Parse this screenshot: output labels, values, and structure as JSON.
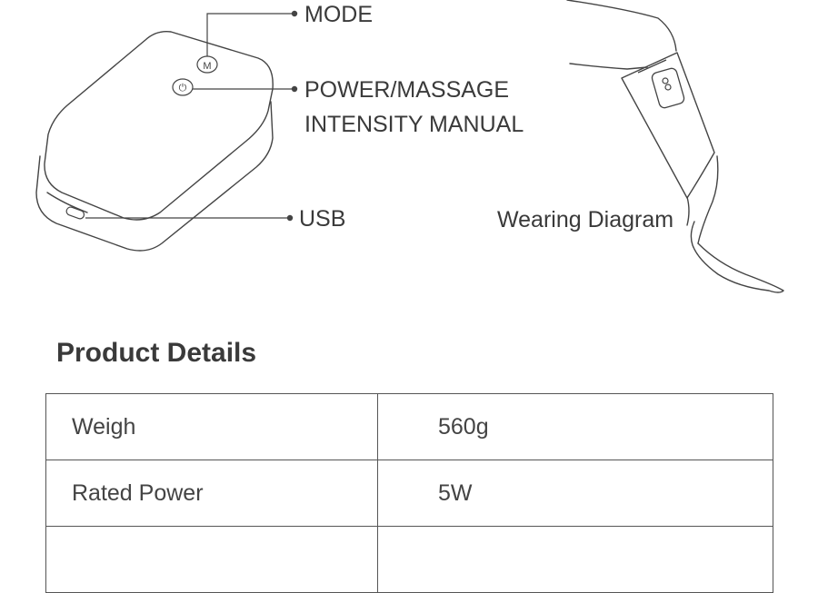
{
  "device_labels": {
    "mode": "MODE",
    "power_line1": "POWER/MASSAGE",
    "power_line2": "INTENSITY MANUAL",
    "usb": "USB"
  },
  "button_glyphs": {
    "mode": "M",
    "power": "⏻"
  },
  "wearing_caption": "Wearing Diagram",
  "details": {
    "title": "Product Details",
    "rows": [
      {
        "label": "Weigh",
        "value": "560g"
      },
      {
        "label": "Rated Power",
        "value": "5W"
      },
      {
        "label": "",
        "value": ""
      }
    ]
  }
}
